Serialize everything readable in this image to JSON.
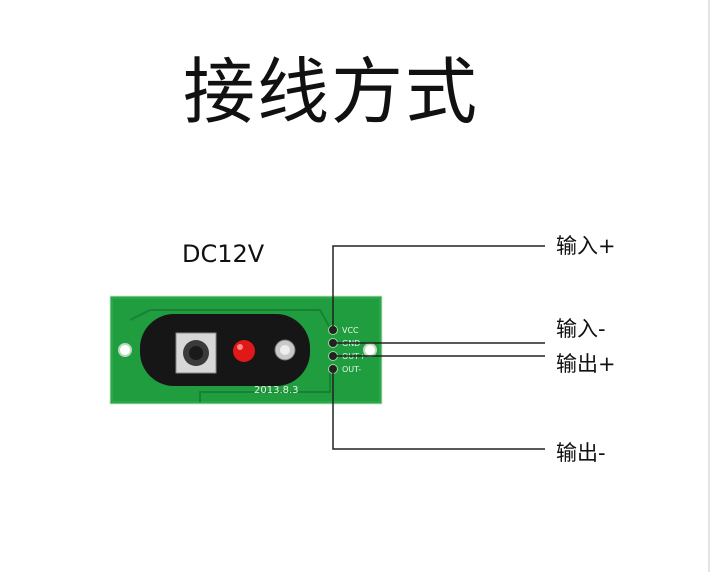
{
  "title": "接线方式",
  "power_label": "DC12V",
  "pins": [
    "VCC",
    "GND",
    "OUT+",
    "OUT-"
  ],
  "board_date": "2013.8.3",
  "wires": [
    {
      "label": "输入+"
    },
    {
      "label": "输入-"
    },
    {
      "label": "输出+"
    },
    {
      "label": "输出-"
    }
  ],
  "colors": {
    "pcb": "#1f9d3f",
    "led": "#e01818",
    "wire": "#222222"
  }
}
